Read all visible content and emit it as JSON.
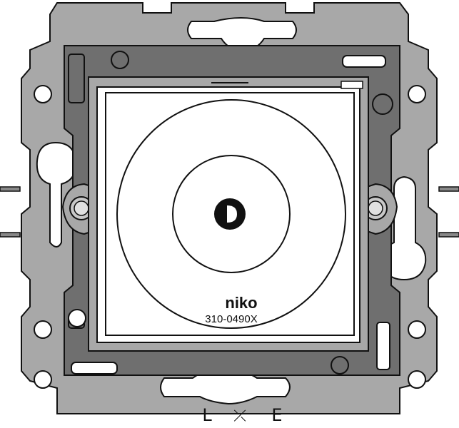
{
  "product": {
    "brand": "niko",
    "model_code": "310-0490X"
  },
  "terminals": {
    "line": "L",
    "load": "⤫",
    "earth": "E"
  },
  "colors": {
    "frame": "#a8a8a8",
    "frame_dark": "#6f6f6f",
    "outline": "#111111",
    "plate": "#ffffff",
    "knob_dark": "#111111"
  }
}
